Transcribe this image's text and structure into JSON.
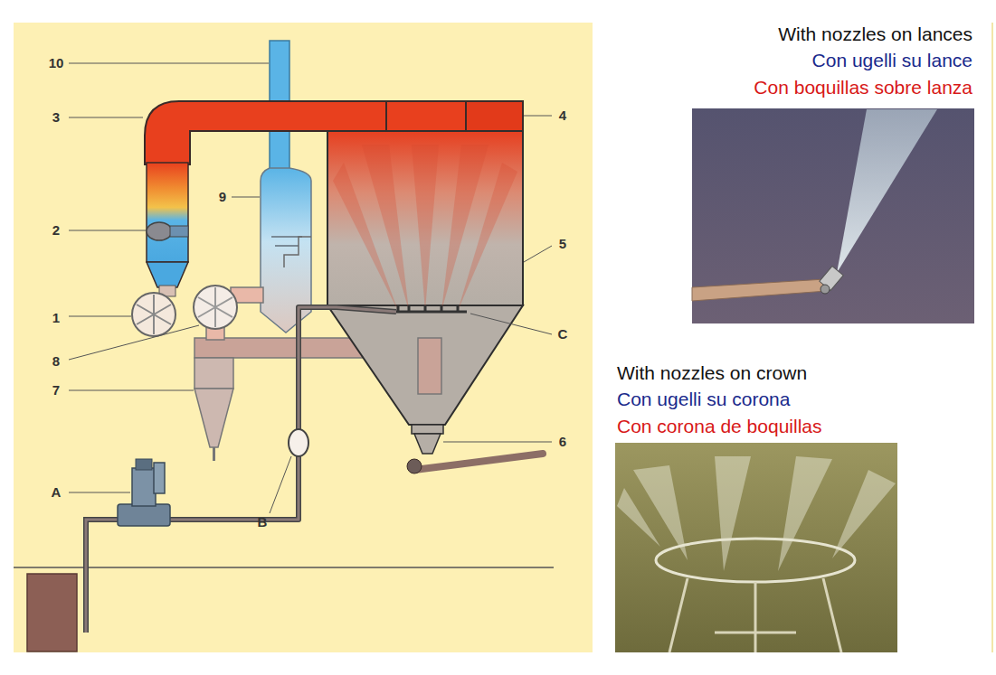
{
  "diagram": {
    "labels": [
      "With nozzles on lances",
      "Con ugelli su lance",
      "Con boquillas sobre lanza",
      "10",
      "3",
      "4",
      "9",
      "2",
      "5",
      "1",
      "C",
      "8",
      "7",
      "With nozzles on crown",
      "Con ugelli su corona",
      "Con corona de boquillas",
      "6",
      "A",
      "B"
    ]
  }
}
